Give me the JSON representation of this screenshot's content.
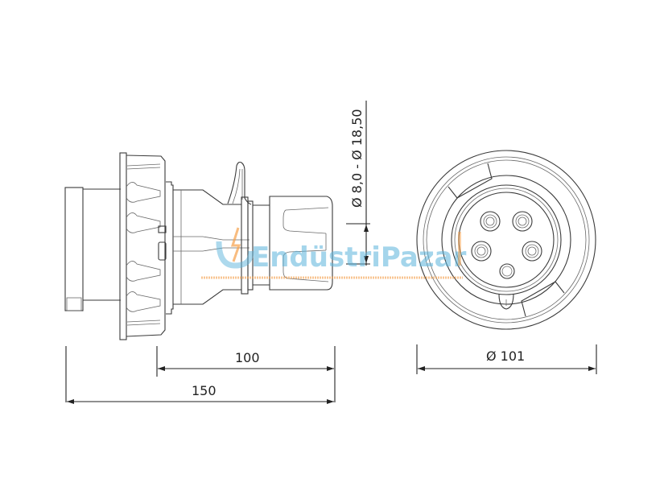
{
  "drawing": {
    "title": "Industrial plug technical dimension drawing",
    "views": [
      "side-view",
      "front-view"
    ],
    "line_color": "#3a3a3a"
  },
  "dimensions": {
    "length_partial": "100",
    "length_total": "150",
    "diameter_front": "Ø 101",
    "cable_diameter_range": "Ø 8,0 - Ø 18,50"
  },
  "front_view": {
    "pin_count": 5
  },
  "watermark": {
    "text": "EndüstriPazar",
    "text_color": "#5bb4dc",
    "accent_color": "#f5a04a"
  }
}
